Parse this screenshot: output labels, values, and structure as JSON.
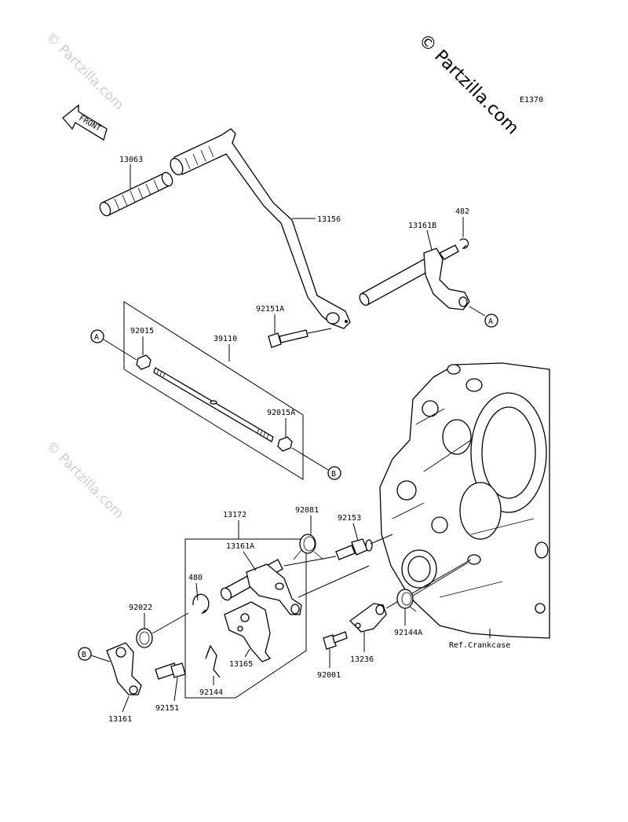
{
  "watermark_main": "© Partzilla.com",
  "watermark_faint": "© Partzilla.com",
  "diagram_code": "E1370",
  "front_label": "FRONT",
  "ref_label": "Ref.Crankcase",
  "callouts": {
    "circle_a": "A",
    "circle_b": "B"
  },
  "parts": {
    "p13063": "13063",
    "p13156": "13156",
    "p13161b": "13161B",
    "p482": "482",
    "p92151a": "92151A",
    "p92015": "92015",
    "p39110": "39110",
    "p92015a": "92015A",
    "p13172": "13172",
    "p13161a": "13161A",
    "p92081": "92081",
    "p92153": "92153",
    "p480": "480",
    "p92022": "92022",
    "p13165": "13165",
    "p92144": "92144",
    "p13161": "13161",
    "p92151": "92151",
    "p92001": "92001",
    "p13236": "13236",
    "p92144a": "92144A"
  }
}
